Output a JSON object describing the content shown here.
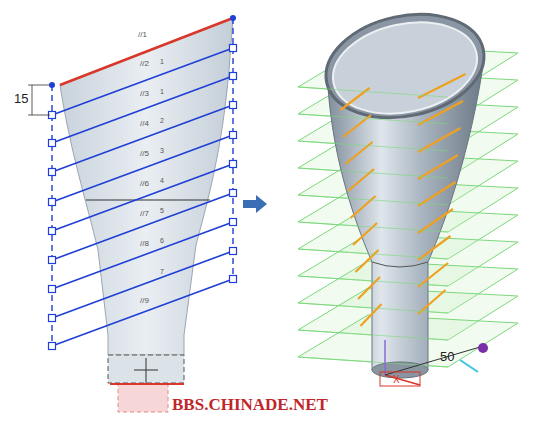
{
  "diagram": {
    "labels": [
      "15",
      "//1",
      "//2",
      "1",
      "//3",
      "1",
      "//4",
      "2",
      "//5",
      "3",
      "//6",
      "4",
      "//7",
      "5",
      "//8",
      "6",
      "//9",
      "7",
      "50",
      "X",
      "BBS.CHINADE.NET"
    ]
  }
}
